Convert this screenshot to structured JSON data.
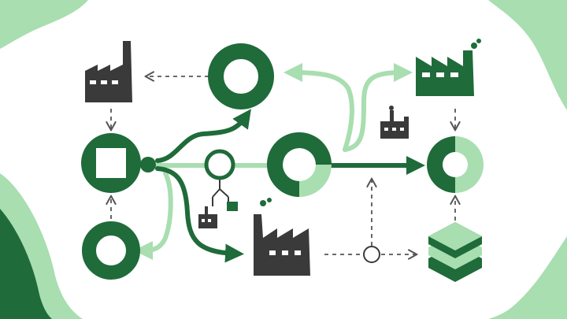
{
  "colors": {
    "dark_green": "#1f6b3a",
    "light_green": "#a8deb0",
    "charcoal": "#3a3a3a",
    "dashed_gray": "#555555",
    "background": "#ffffff"
  },
  "nodes": [
    {
      "id": "factory-top-left",
      "icon": "factory-icon"
    },
    {
      "id": "ring-top-center",
      "icon": "ring-icon"
    },
    {
      "id": "factory-top-right",
      "icon": "factory-icon"
    },
    {
      "id": "small-factory-upper-mid",
      "icon": "small-factory-icon"
    },
    {
      "id": "square-ring-left",
      "icon": "square-in-circle-icon"
    },
    {
      "id": "junction-dot",
      "icon": "dot-icon"
    },
    {
      "id": "small-ring-center",
      "icon": "ring-icon"
    },
    {
      "id": "split-ring-center",
      "icon": "half-ring-icon"
    },
    {
      "id": "split-ring-right",
      "icon": "half-ring-icon"
    },
    {
      "id": "small-factory-network",
      "icon": "network-factory-icon"
    },
    {
      "id": "ring-bottom-left",
      "icon": "ring-icon"
    },
    {
      "id": "factory-bottom-center",
      "icon": "factory-icon"
    },
    {
      "id": "hollow-dot-bottom",
      "icon": "dot-icon"
    },
    {
      "id": "stack-bottom-right",
      "icon": "layers-icon"
    }
  ]
}
